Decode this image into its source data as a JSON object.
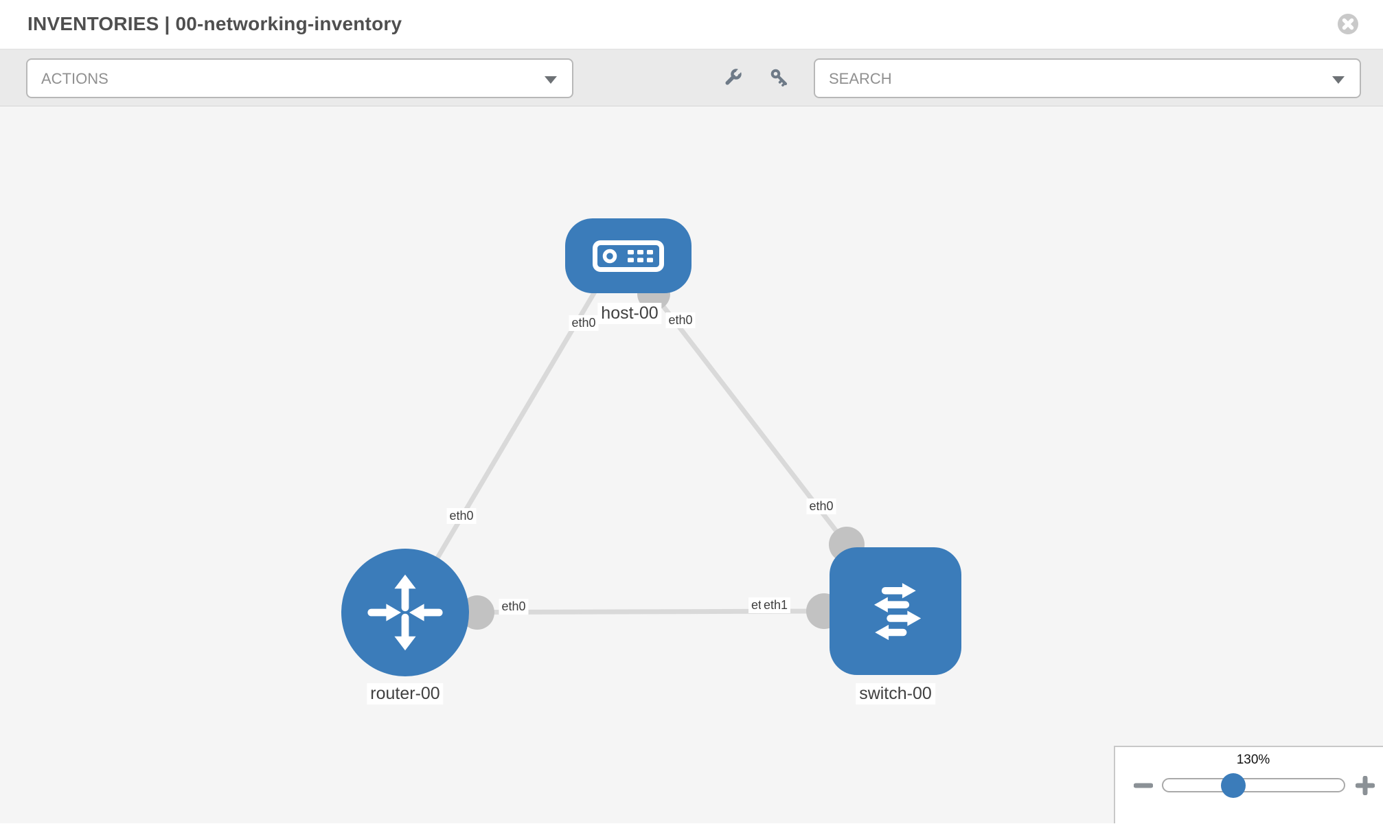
{
  "header": {
    "title": "INVENTORIES | 00-networking-inventory"
  },
  "toolbar": {
    "actions_label": "ACTIONS",
    "search_label": "SEARCH",
    "icons": [
      "wrench-icon",
      "key-icon"
    ]
  },
  "topology": {
    "nodes": [
      {
        "id": "host-00",
        "label": "host-00",
        "type": "host"
      },
      {
        "id": "router-00",
        "label": "router-00",
        "type": "router"
      },
      {
        "id": "switch-00",
        "label": "switch-00",
        "type": "switch"
      }
    ],
    "links": [
      {
        "from": "host-00",
        "to": "router-00"
      },
      {
        "from": "host-00",
        "to": "switch-00"
      },
      {
        "from": "router-00",
        "to": "switch-00"
      }
    ],
    "interface_labels": {
      "host_left": "eth0",
      "host_right": "eth0",
      "host_router_link_router_end": "eth0",
      "host_switch_link_switch_end": "eth0",
      "router_switch_link_router_end": "eth0",
      "router_switch_link_switch_end_under": "eth0",
      "router_switch_link_switch_end_top": "eth1"
    },
    "colors": {
      "node_fill": "#3b7cba",
      "link": "#d9d9d9",
      "endpoint": "#c2c2c2",
      "canvas_bg": "#f5f5f5"
    }
  },
  "zoom_control": {
    "value": "130%"
  }
}
